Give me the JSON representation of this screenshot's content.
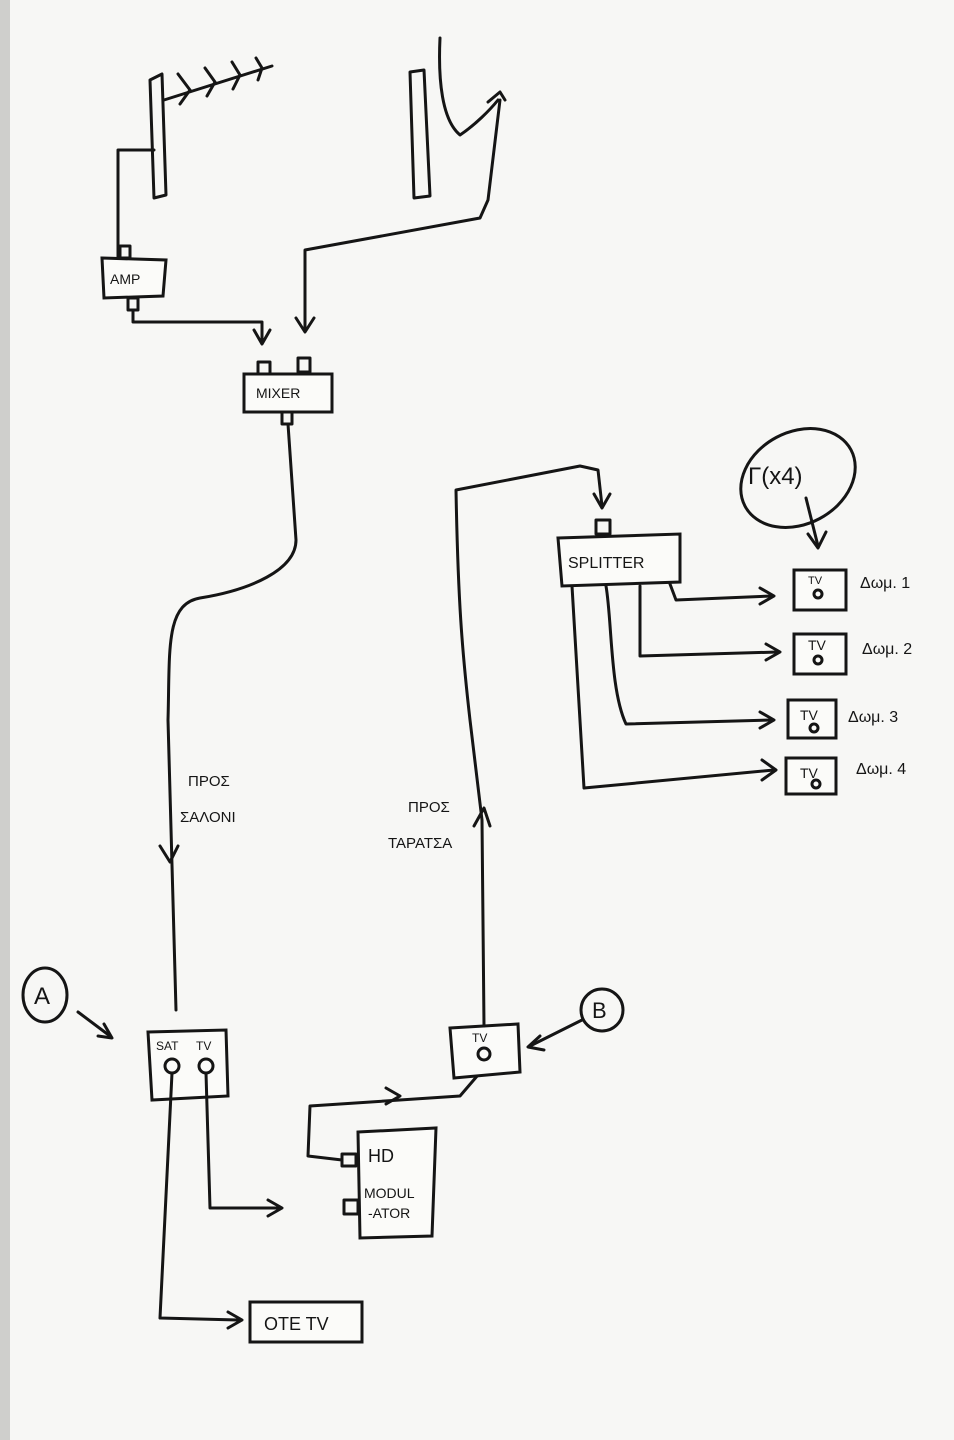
{
  "labels": {
    "amp": "AMP",
    "mixer": "MIXER",
    "splitter": "SPLITTER",
    "tv_label": "TV",
    "room1": "Δωμ. 1",
    "room2": "Δωμ. 2",
    "room3": "Δωμ. 3",
    "room4": "Δωμ. 4",
    "to_salon_line1": "ΠΡΟΣ",
    "to_salon_line2": "ΣΑΛΟΝΙ",
    "to_terrace_line1": "ΠΡΟΣ",
    "to_terrace_line2": "ΤΑΡΑΤΣΑ",
    "marker_a": "A",
    "marker_b": "B",
    "marker_g4": "Γ(x4)",
    "sat": "SAT",
    "tv": "TV",
    "hd": "HD",
    "modulator_line1": "MODUL",
    "modulator_line2": "-ATOR",
    "ote_tv": "OTE TV"
  },
  "colors": {
    "ink": "#151515",
    "paper": "#f7f7f5"
  }
}
